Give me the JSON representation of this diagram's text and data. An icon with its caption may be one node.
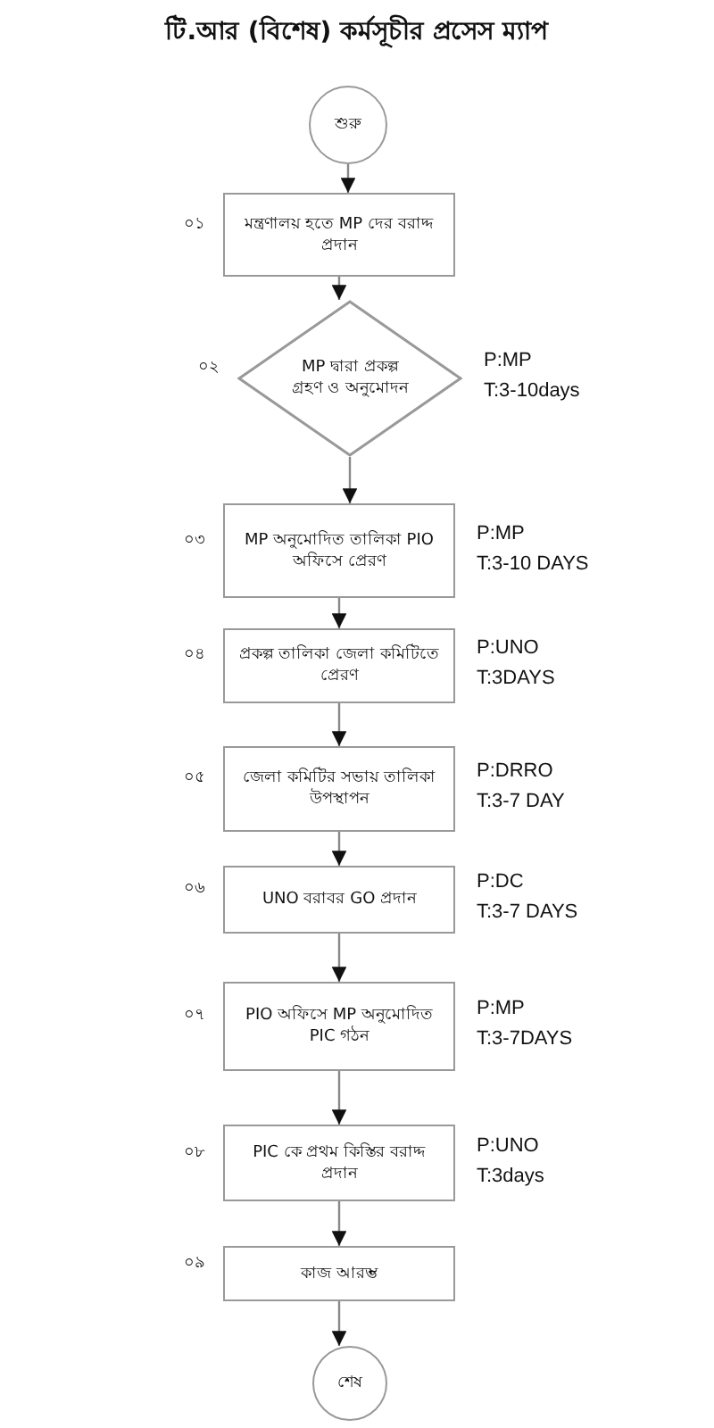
{
  "diagram": {
    "title": "টি.আর (বিশেষ) কর্মসূচীর প্রসেস ম্যাপ",
    "nodes": [
      {
        "text": [
          "শুরু"
        ]
      },
      {
        "text": [
          "মন্ত্রণালয় হতে MP দের বরাদ্দ প্রদান"
        ],
        "beside": [
          "০১"
        ]
      },
      {
        "text": [
          "MP দ্বারা প্রকল্প গ্রহণ ও অনুমোদন"
        ],
        "beside": [
          "০২",
          "P:MP",
          "T:3-10days"
        ]
      },
      {
        "text": [
          "MP অনুমোদিত তালিকা PIO অফিসে প্রেরণ"
        ],
        "beside": [
          "০৩",
          "P:MP",
          "T:3-10 DAYS"
        ]
      },
      {
        "text": [
          "প্রকল্প তালিকা জেলা কমিটিতে প্রেরণ"
        ],
        "beside": [
          "০৪",
          "P:UNO",
          "T:3DAYS"
        ]
      },
      {
        "text": [
          "জেলা কমিটির সভায় তালিকা উপস্থাপন"
        ],
        "beside": [
          "০৫",
          "P:DRRO",
          "T:3-7 DAY"
        ]
      },
      {
        "text": [
          "UNO বরাবর GO প্রদান"
        ],
        "beside": [
          "০৬",
          "P:DC",
          "T:3-7 DAYS"
        ]
      },
      {
        "text": [
          "PIO অফিসে MP অনুমোদিত PIC গঠন"
        ],
        "beside": [
          "০৭",
          "P:MP",
          "T:3-7DAYS"
        ]
      },
      {
        "text": [
          "PIC কে প্রথম কিস্তির বরাদ্দ প্রদান"
        ],
        "beside": [
          "০৮",
          "P:UNO",
          "T:3days"
        ]
      },
      {
        "text": [
          "কাজ আরম্ভ"
        ],
        "beside": [
          "০৯"
        ]
      },
      {
        "text": [
          "শেষ"
        ]
      }
    ],
    "edges": [
      {
        "from": 0,
        "to": 1,
        "arrow": "to"
      },
      {
        "from": 1,
        "to": 2,
        "arrow": "to"
      },
      {
        "from": 2,
        "to": 3,
        "arrow": "to"
      },
      {
        "from": 3,
        "to": 4,
        "arrow": "to"
      },
      {
        "from": 4,
        "to": 5,
        "arrow": "to"
      },
      {
        "from": 5,
        "to": 6,
        "arrow": "to"
      },
      {
        "from": 6,
        "to": 7,
        "arrow": "to"
      },
      {
        "from": 7,
        "to": 8,
        "arrow": "to"
      },
      {
        "from": 8,
        "to": 9,
        "arrow": "to"
      },
      {
        "from": 9,
        "to": 10,
        "arrow": "to"
      }
    ]
  }
}
